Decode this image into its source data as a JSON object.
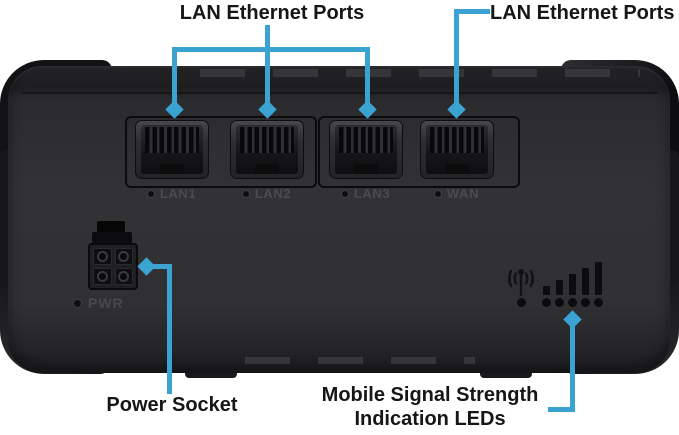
{
  "colors": {
    "accent_blue": "#3BA3D2",
    "chassis": "#323235",
    "label_text": "#161616",
    "port_label_text": "#4A4A4F"
  },
  "callouts": {
    "lan_left": {
      "label": "LAN Ethernet Ports"
    },
    "lan_right": {
      "label": "LAN Ethernet Ports"
    },
    "power": {
      "label": "Power Socket"
    },
    "signal": {
      "line1": "Mobile Signal Strength",
      "line2": "Indication LEDs"
    }
  },
  "ports": {
    "groups": [
      {
        "ports": [
          {
            "label": "LAN1"
          },
          {
            "label": "LAN2"
          }
        ]
      },
      {
        "ports": [
          {
            "label": "LAN3"
          },
          {
            "label": "WAN"
          }
        ]
      }
    ]
  },
  "power": {
    "label": "PWR"
  },
  "signal_indicator": {
    "icon": "cellular-antenna-icon",
    "bar_count": 5,
    "led_count": 6
  }
}
